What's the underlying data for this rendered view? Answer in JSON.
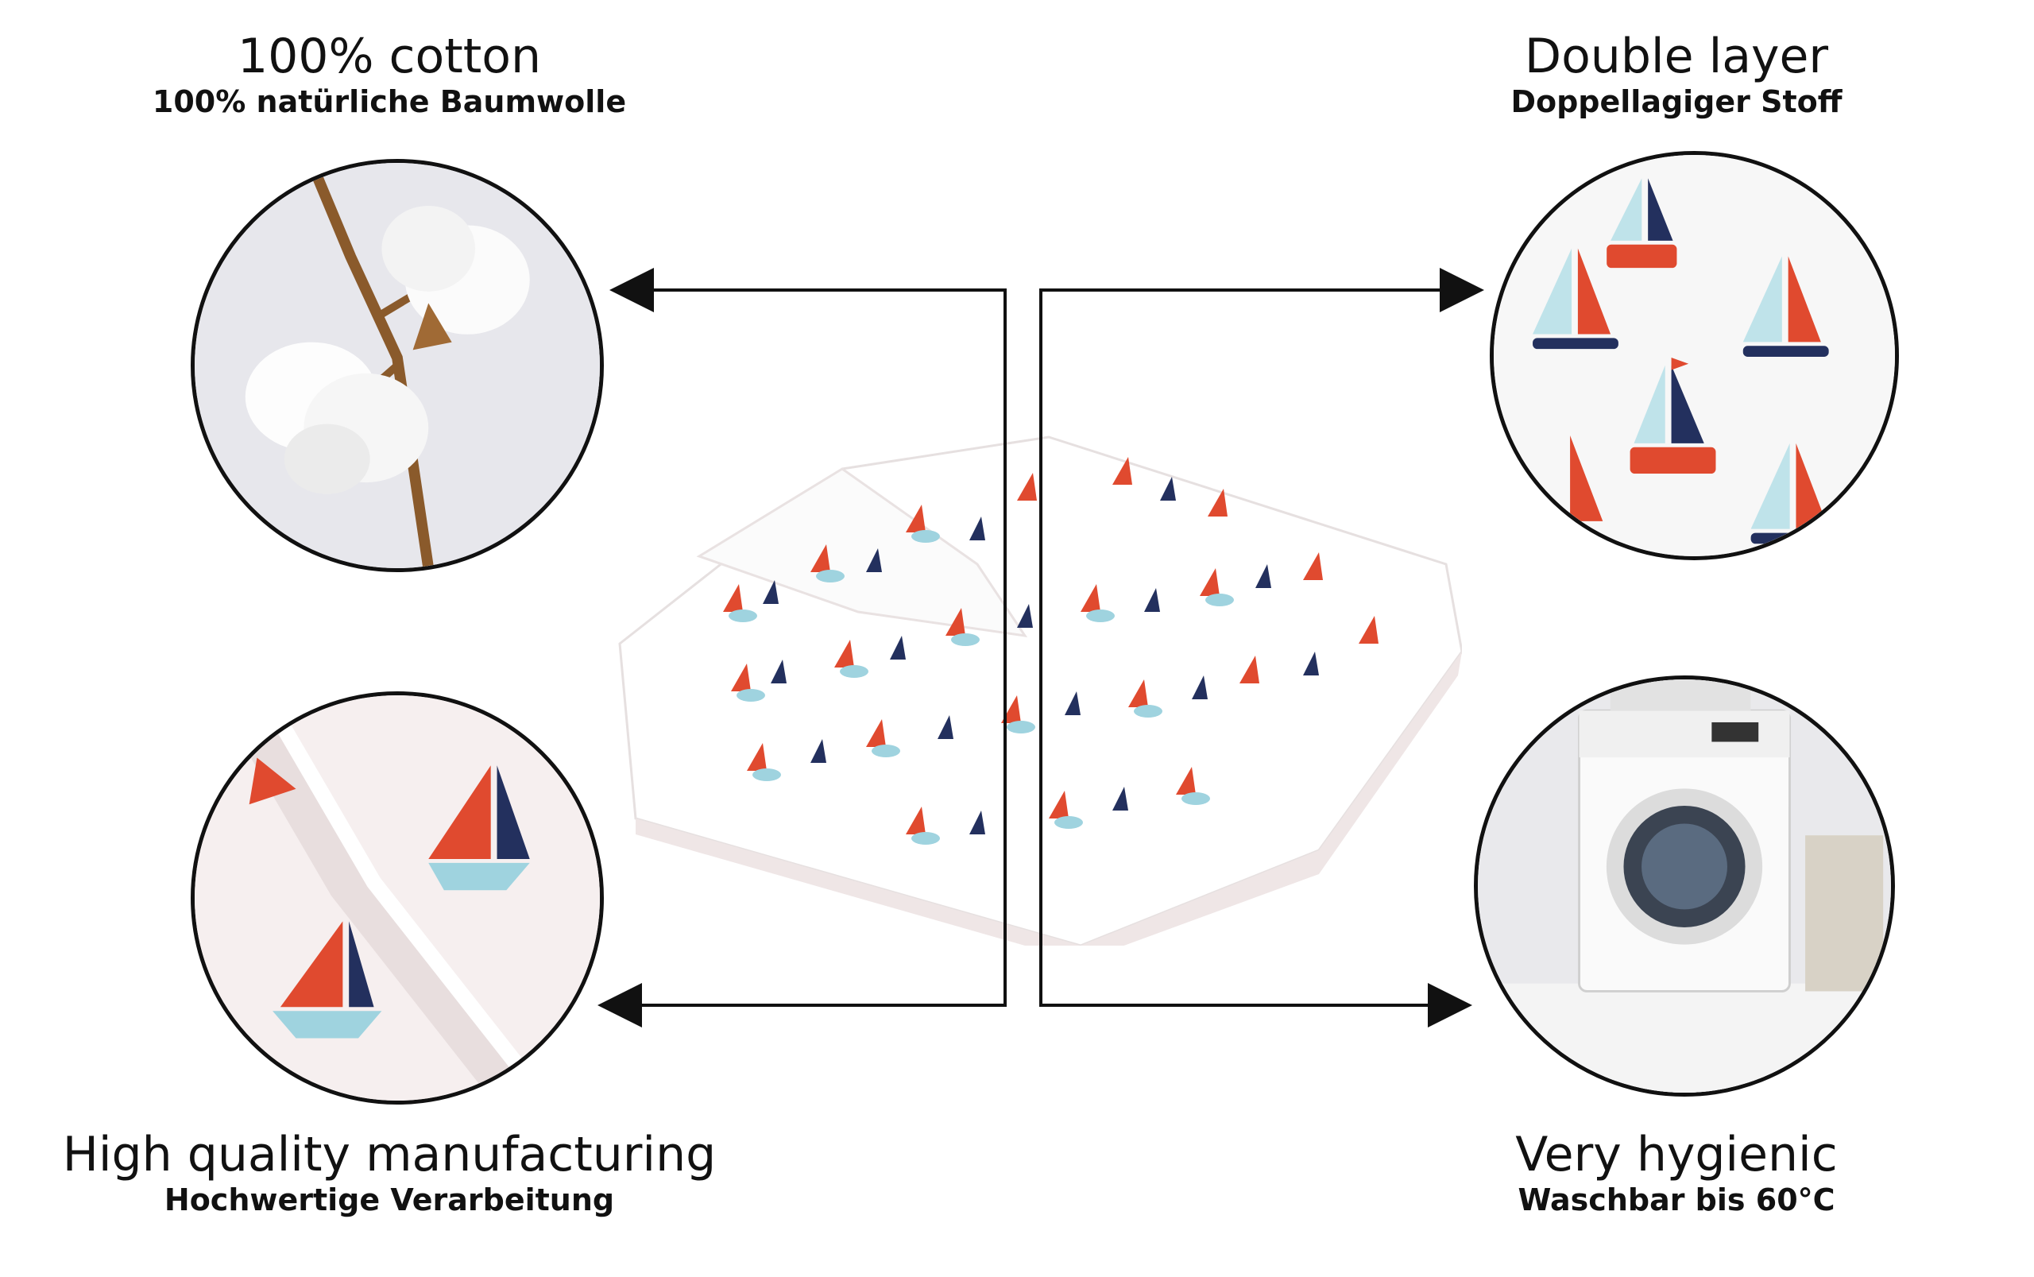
{
  "features": {
    "cotton": {
      "title": "100% cotton",
      "subtitle": "100% natürliche Baumwolle"
    },
    "layer": {
      "title": "Double layer",
      "subtitle": "Doppellagiger Stoff"
    },
    "quality": {
      "title": "High quality manufacturing",
      "subtitle": "Hochwertige Verarbeitung"
    },
    "hygiene": {
      "title": "Very hygienic",
      "subtitle": "Waschbar bis 60°C"
    }
  },
  "colors": {
    "boat_red": "#e04a2f",
    "boat_navy": "#23305e",
    "boat_light_blue": "#9fd3df",
    "line": "#111111"
  }
}
